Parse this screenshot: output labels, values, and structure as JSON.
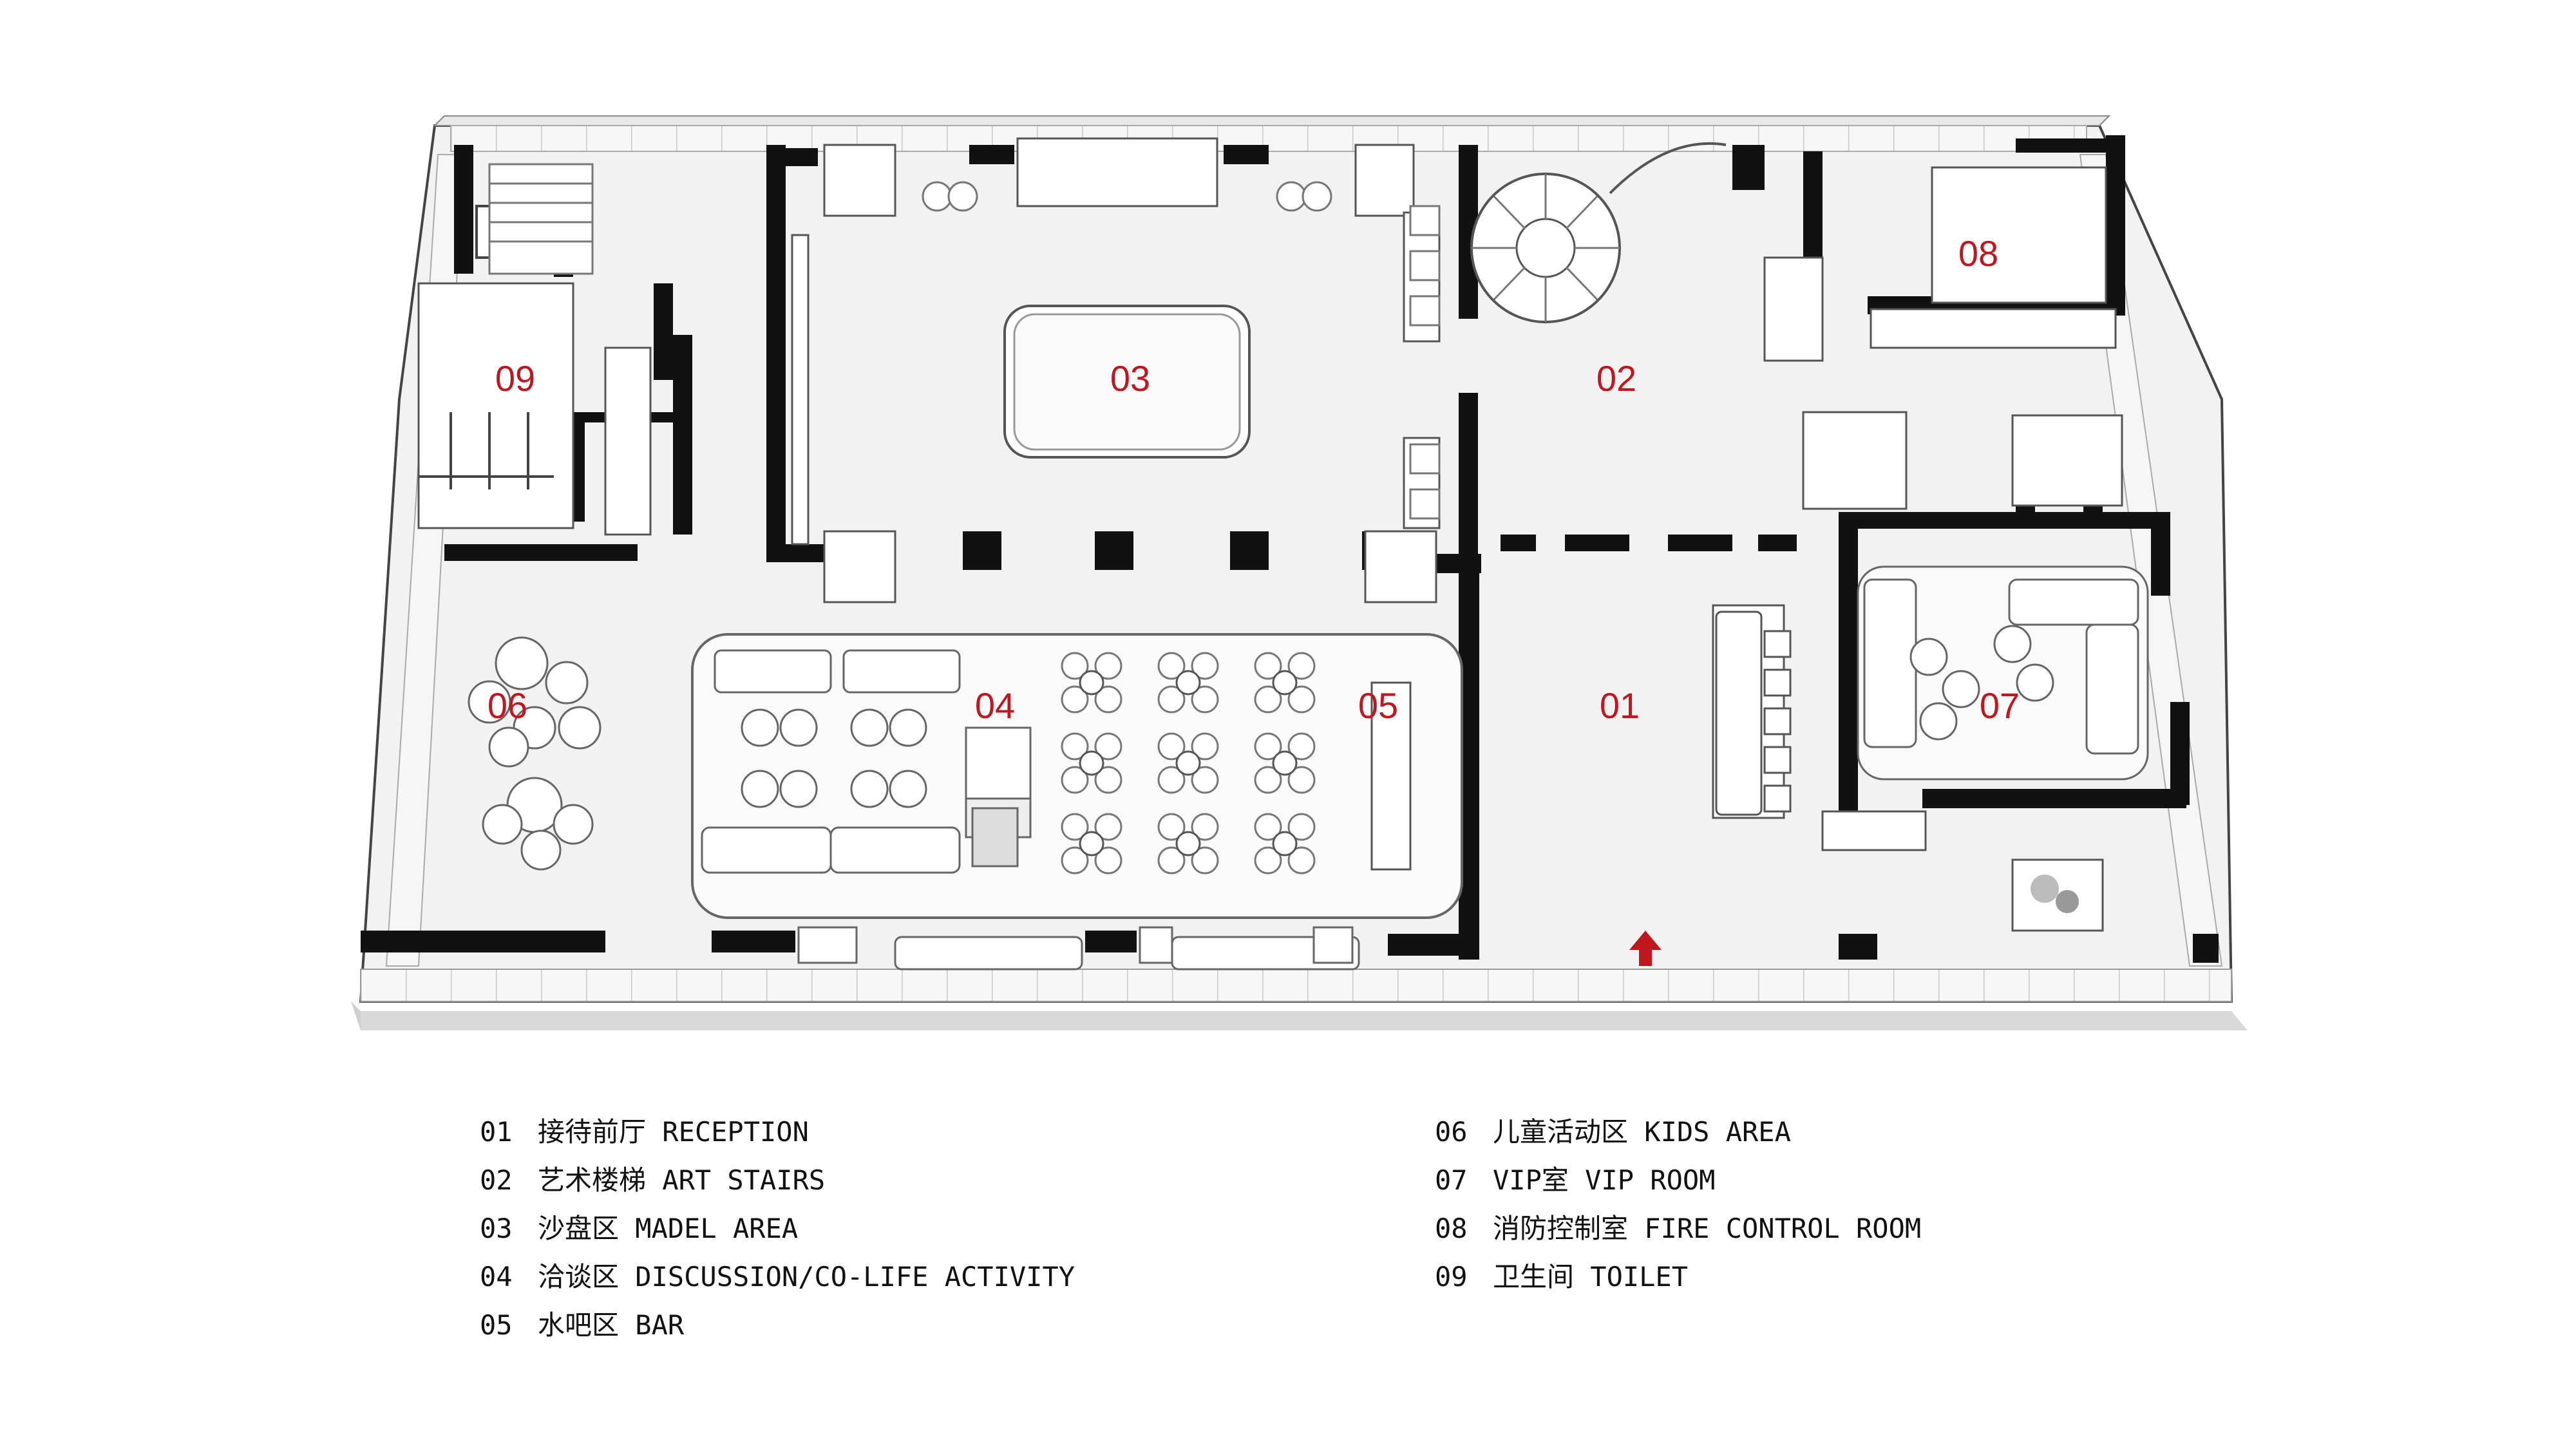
{
  "rooms": [
    {
      "code": "01"
    },
    {
      "code": "02"
    },
    {
      "code": "03"
    },
    {
      "code": "04"
    },
    {
      "code": "05"
    },
    {
      "code": "06"
    },
    {
      "code": "07"
    },
    {
      "code": "08"
    },
    {
      "code": "09"
    }
  ],
  "legend_left": [
    {
      "code": "01",
      "text": "接待前厅 RECEPTION"
    },
    {
      "code": "02",
      "text": "艺术楼梯 ART STAIRS"
    },
    {
      "code": "03",
      "text": "沙盘区 MADEL AREA"
    },
    {
      "code": "04",
      "text": "洽谈区 DISCUSSION/CO-LIFE ACTIVITY"
    },
    {
      "code": "05",
      "text": "水吧区 BAR"
    }
  ],
  "legend_right": [
    {
      "code": "06",
      "text": "儿童活动区 KIDS AREA"
    },
    {
      "code": "07",
      "text": "VIP室 VIP ROOM"
    },
    {
      "code": "08",
      "text": "消防控制室 FIRE CONTROL ROOM"
    },
    {
      "code": "09",
      "text": "卫生间 TOILET"
    }
  ],
  "colors": {
    "label": "#c0161e",
    "wall": "#111111",
    "floor": "#f2f2f2",
    "entry_arrow": "#c0161e"
  }
}
